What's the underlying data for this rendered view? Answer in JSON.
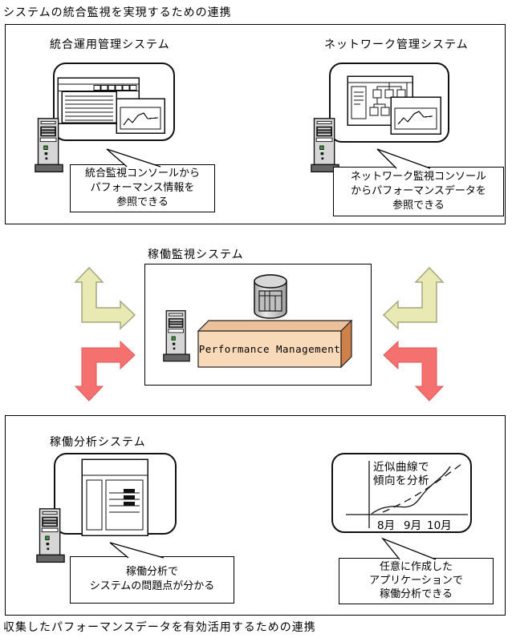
{
  "captions": {
    "top": "システムの統合監視を実現するための連携",
    "bottom": "収集したパフォーマンスデータを有効活用するための連携"
  },
  "top_section": {
    "left_system": {
      "title": "統合運用管理システム",
      "callout": [
        "統合監視コンソールから",
        "パフォーマンス情報を",
        "参照できる"
      ]
    },
    "right_system": {
      "title": "ネットワーク管理システム",
      "callout": [
        "ネットワーク監視コンソール",
        "からパフォーマンスデータを",
        "参照できる"
      ]
    }
  },
  "middle_section": {
    "title": "稼働監視システム",
    "product_label": "Performance Management"
  },
  "bottom_section": {
    "left_system": {
      "title": "稼働分析システム",
      "callout": [
        "稼働分析で",
        "システムの問題点が分かる"
      ]
    },
    "right_system": {
      "callout": [
        "任意に作成した",
        "アプリケーションで",
        "稼働分析できる"
      ],
      "chart": {
        "note": [
          "近似曲線で",
          "傾向を分析"
        ],
        "months": [
          "8月",
          "9月",
          "10月"
        ]
      }
    }
  },
  "colors": {
    "yellow_arrow": "#E9E9B3",
    "yellow_arrow_border": "#A6A67E",
    "red_arrow": "#F4716F",
    "product_box_front": "#F9DAB8",
    "product_box_top": "#ECC09A",
    "product_box_side": "#CF7F48",
    "server_body": "#D6D6D6",
    "led_green": "#2FA32F"
  }
}
